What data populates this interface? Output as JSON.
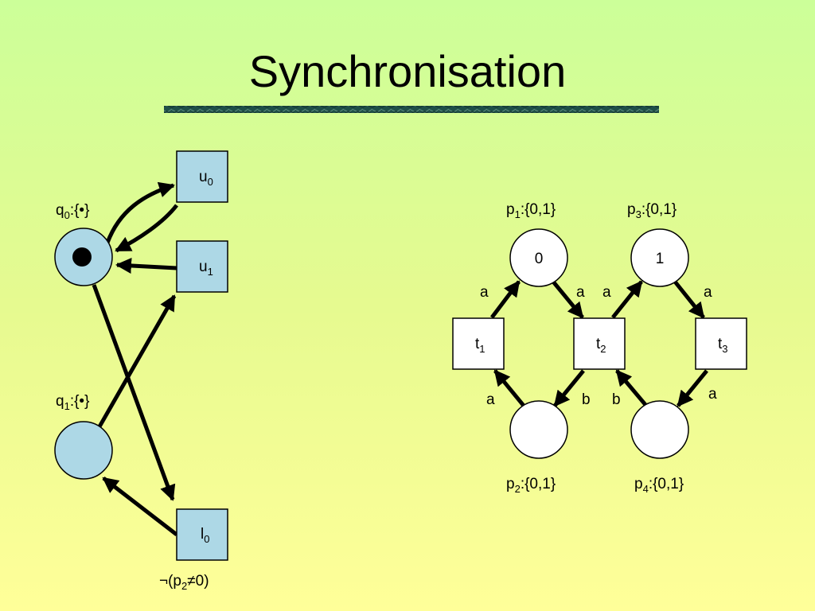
{
  "title": "Synchronisation",
  "colors": {
    "background_top": "#ccff99",
    "background_bottom": "#ffff99",
    "rule": "#1f4f47",
    "left_place_fill": "#add8e6",
    "right_place_fill": "#ffffff",
    "left_transition_fill": "#add8e6",
    "right_transition_fill": "#ffffff",
    "stroke": "#000000"
  },
  "left_net": {
    "places": [
      {
        "id": "q0",
        "name": "q",
        "sub": "0",
        "domain": ":{•}",
        "token": true
      },
      {
        "id": "q1",
        "name": "q",
        "sub": "1",
        "domain": ":{•}",
        "token": false
      }
    ],
    "transitions": [
      {
        "id": "u0",
        "name": "u",
        "sub": "0"
      },
      {
        "id": "u1",
        "name": "u",
        "sub": "1"
      },
      {
        "id": "l0",
        "name": "l",
        "sub": "0"
      }
    ],
    "guard": {
      "prefix": "¬(p",
      "sub": "2",
      "suffix": "≠0)"
    },
    "arcs": [
      {
        "from": "q0",
        "to": "u0"
      },
      {
        "from": "u0",
        "to": "q0"
      },
      {
        "from": "u1",
        "to": "q0"
      },
      {
        "from": "q0",
        "to": "l0"
      },
      {
        "from": "q1",
        "to": "u1"
      },
      {
        "from": "l0",
        "to": "q1"
      }
    ]
  },
  "right_net": {
    "places": [
      {
        "id": "p1",
        "name": "p",
        "sub": "1",
        "domain": ":{0,1}",
        "marking": "0"
      },
      {
        "id": "p2",
        "name": "p",
        "sub": "2",
        "domain": ":{0,1}",
        "marking": ""
      },
      {
        "id": "p3",
        "name": "p",
        "sub": "3",
        "domain": ":{0,1}",
        "marking": "1"
      },
      {
        "id": "p4",
        "name": "p",
        "sub": "4",
        "domain": ":{0,1}",
        "marking": ""
      }
    ],
    "transitions": [
      {
        "id": "t1",
        "name": "t",
        "sub": "1"
      },
      {
        "id": "t2",
        "name": "t",
        "sub": "2"
      },
      {
        "id": "t3",
        "name": "t",
        "sub": "3"
      }
    ],
    "arcs": [
      {
        "from": "t1",
        "to": "p1",
        "label": "a"
      },
      {
        "from": "p1",
        "to": "t2",
        "label": "a"
      },
      {
        "from": "t2",
        "to": "p3",
        "label": "a"
      },
      {
        "from": "p3",
        "to": "t3",
        "label": "a"
      },
      {
        "from": "p2",
        "to": "t1",
        "label": "a"
      },
      {
        "from": "t2",
        "to": "p2",
        "label": "b"
      },
      {
        "from": "p4",
        "to": "t2",
        "label": "b"
      },
      {
        "from": "t3",
        "to": "p4",
        "label": "a"
      }
    ]
  }
}
